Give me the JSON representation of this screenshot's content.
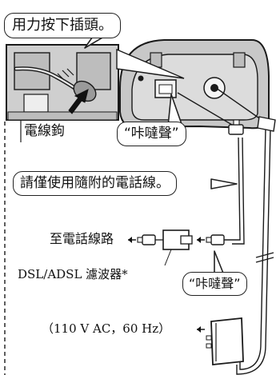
{
  "callouts": {
    "press_plug": "用力按下插頭。",
    "click_1": "“咔噠聲”",
    "use_cord": "請僅使用隨附的電話線。",
    "click_2": "“咔噠聲”"
  },
  "labels": {
    "cord_hook": "電線鉤",
    "to_line": "至電話線路",
    "filter": "DSL/ADSL 濾波器*",
    "power": "（110 V AC，60 Hz）"
  }
}
